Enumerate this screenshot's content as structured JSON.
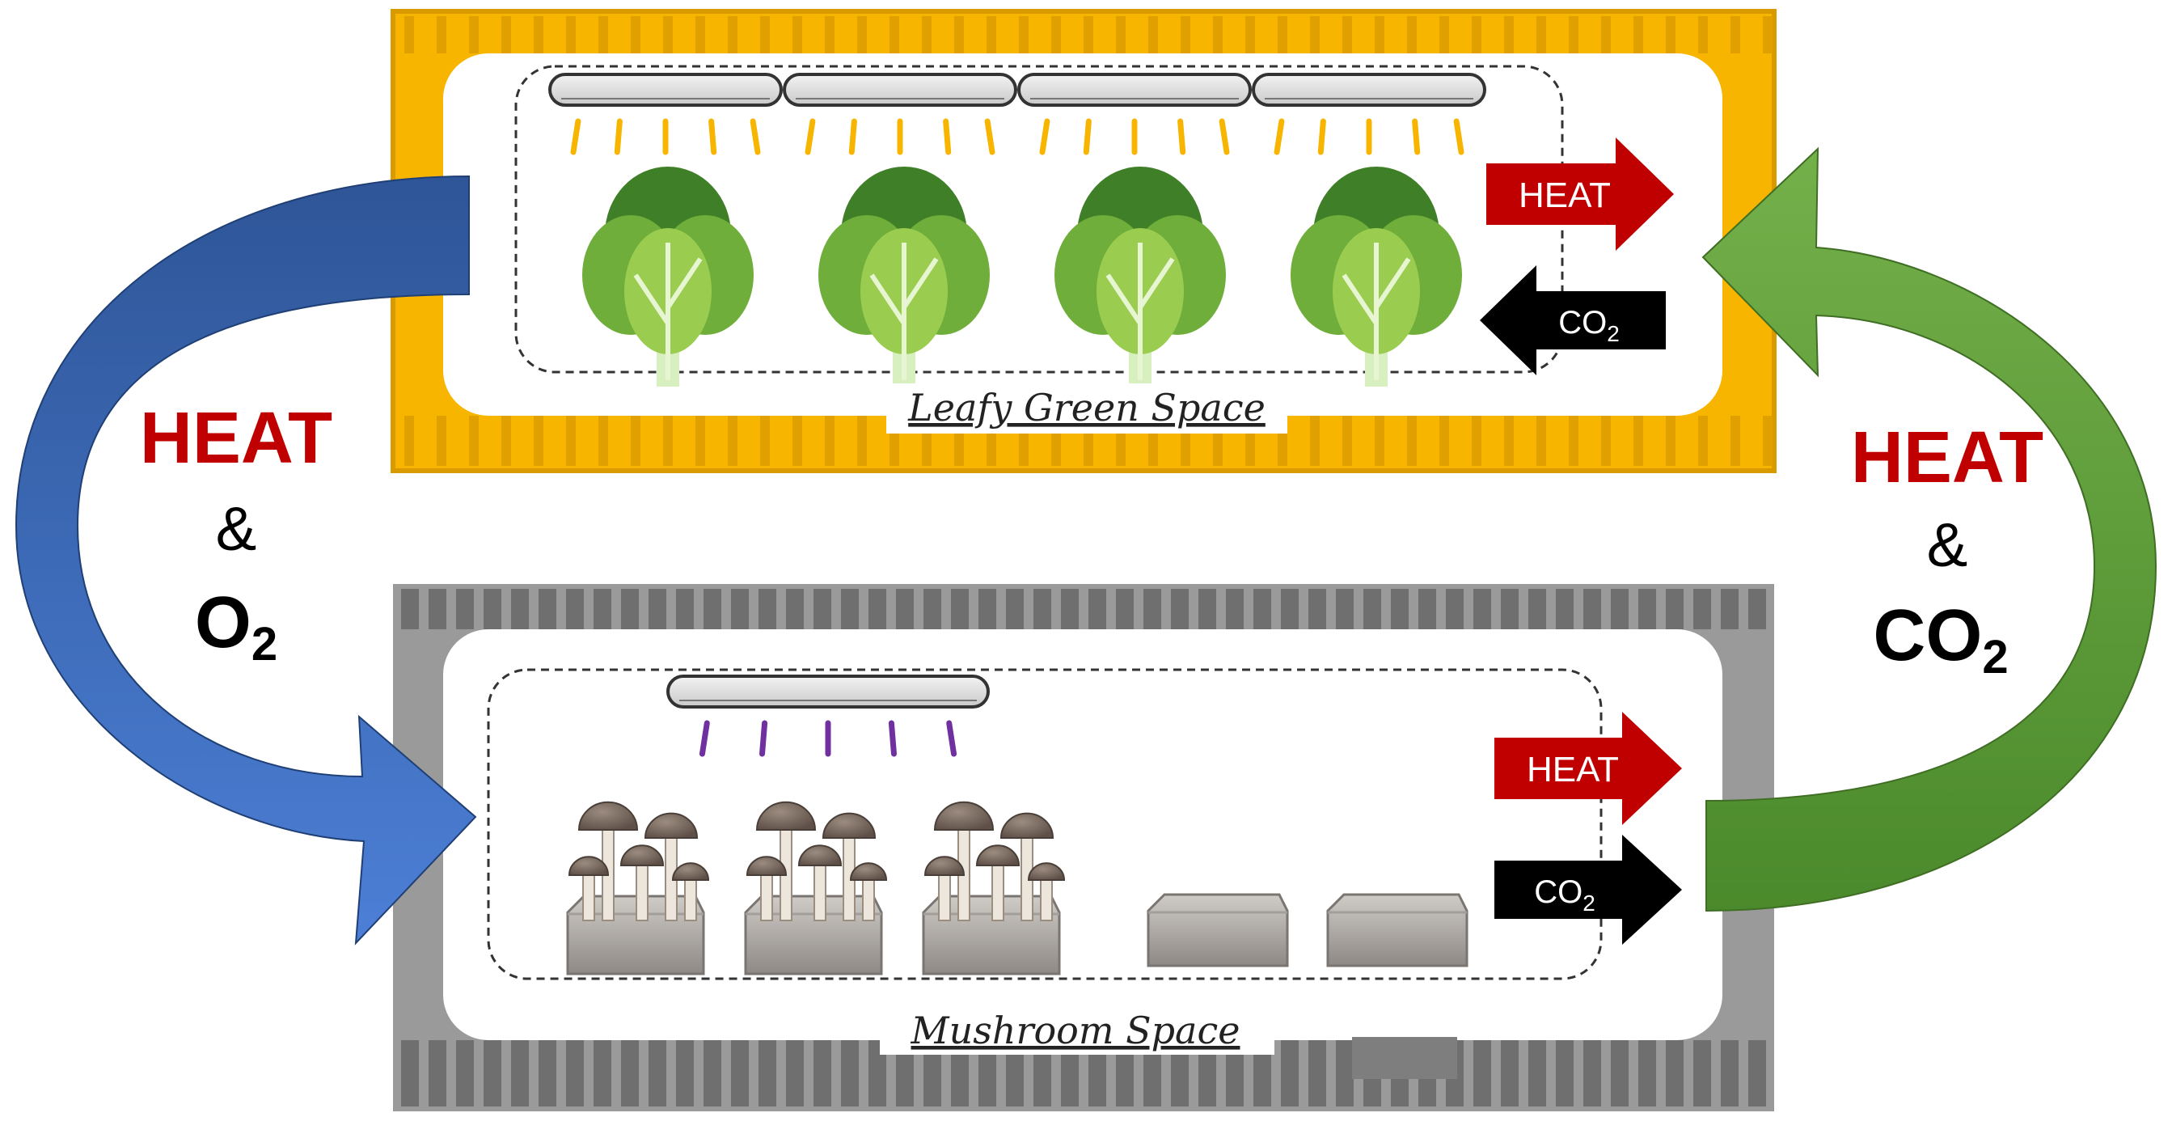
{
  "colors": {
    "leafy_container": "#F7B500",
    "mushroom_container": "#9A9A9A",
    "heat_red": "#C00000",
    "o2_arrow_blue": "#3A6FC4",
    "co2_arrow_green": "#5E9E3A",
    "uv_purple": "#7030A0",
    "grow_light_yellow": "#F7B500"
  },
  "top_container": {
    "label": "Leafy Green Space",
    "lights": 4,
    "plants": 4,
    "heat_arrow": {
      "label": "HEAT",
      "direction": "out"
    },
    "co2_arrow": {
      "label": "CO",
      "sub": "2",
      "direction": "in"
    }
  },
  "bottom_container": {
    "label": "Mushroom Space",
    "lights": 1,
    "mushroom_clusters": 3,
    "empty_blocks": 2,
    "heat_arrow": {
      "label": "HEAT",
      "direction": "out"
    },
    "co2_arrow": {
      "label": "CO",
      "sub": "2",
      "direction": "out"
    }
  },
  "left_flow": {
    "heat": "HEAT",
    "amp": "&",
    "gas": "O",
    "gas_sub": "2"
  },
  "right_flow": {
    "heat": "HEAT",
    "amp": "&",
    "gas": "CO",
    "gas_sub": "2"
  }
}
